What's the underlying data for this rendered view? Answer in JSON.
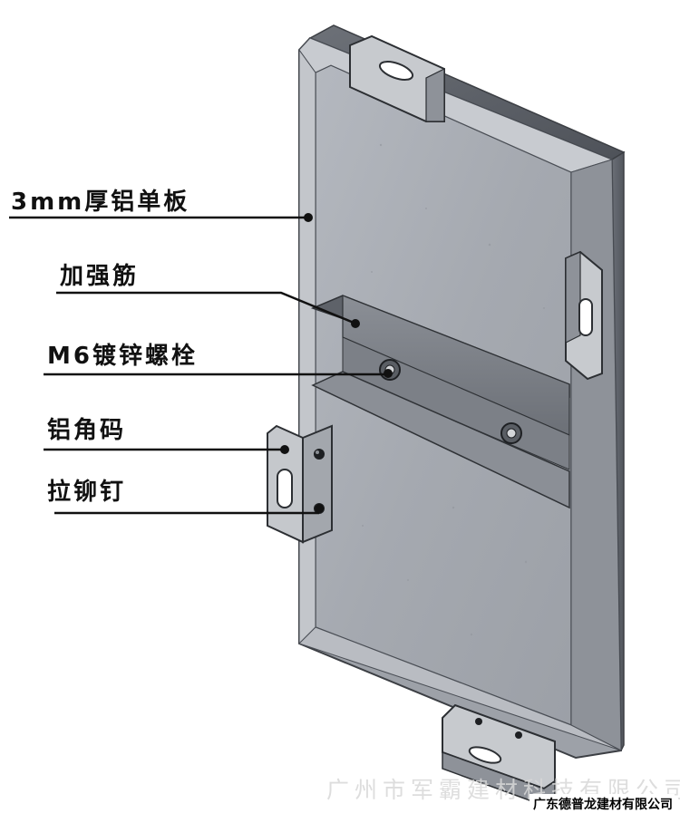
{
  "labels": {
    "panel": "3mm厚铝单板",
    "stiffener": "加强筋",
    "bolt": "M6镀锌螺栓",
    "angle_bracket": "铝角码",
    "rivet": "拉铆钉"
  },
  "watermark_text": "广州市军霸建材科技有限公司",
  "company_text": "广东德普龙建材有限公司",
  "colors": {
    "panel_face": "#a9adb4",
    "frame_dark": "#5c6068",
    "leader_line": "#111111"
  }
}
